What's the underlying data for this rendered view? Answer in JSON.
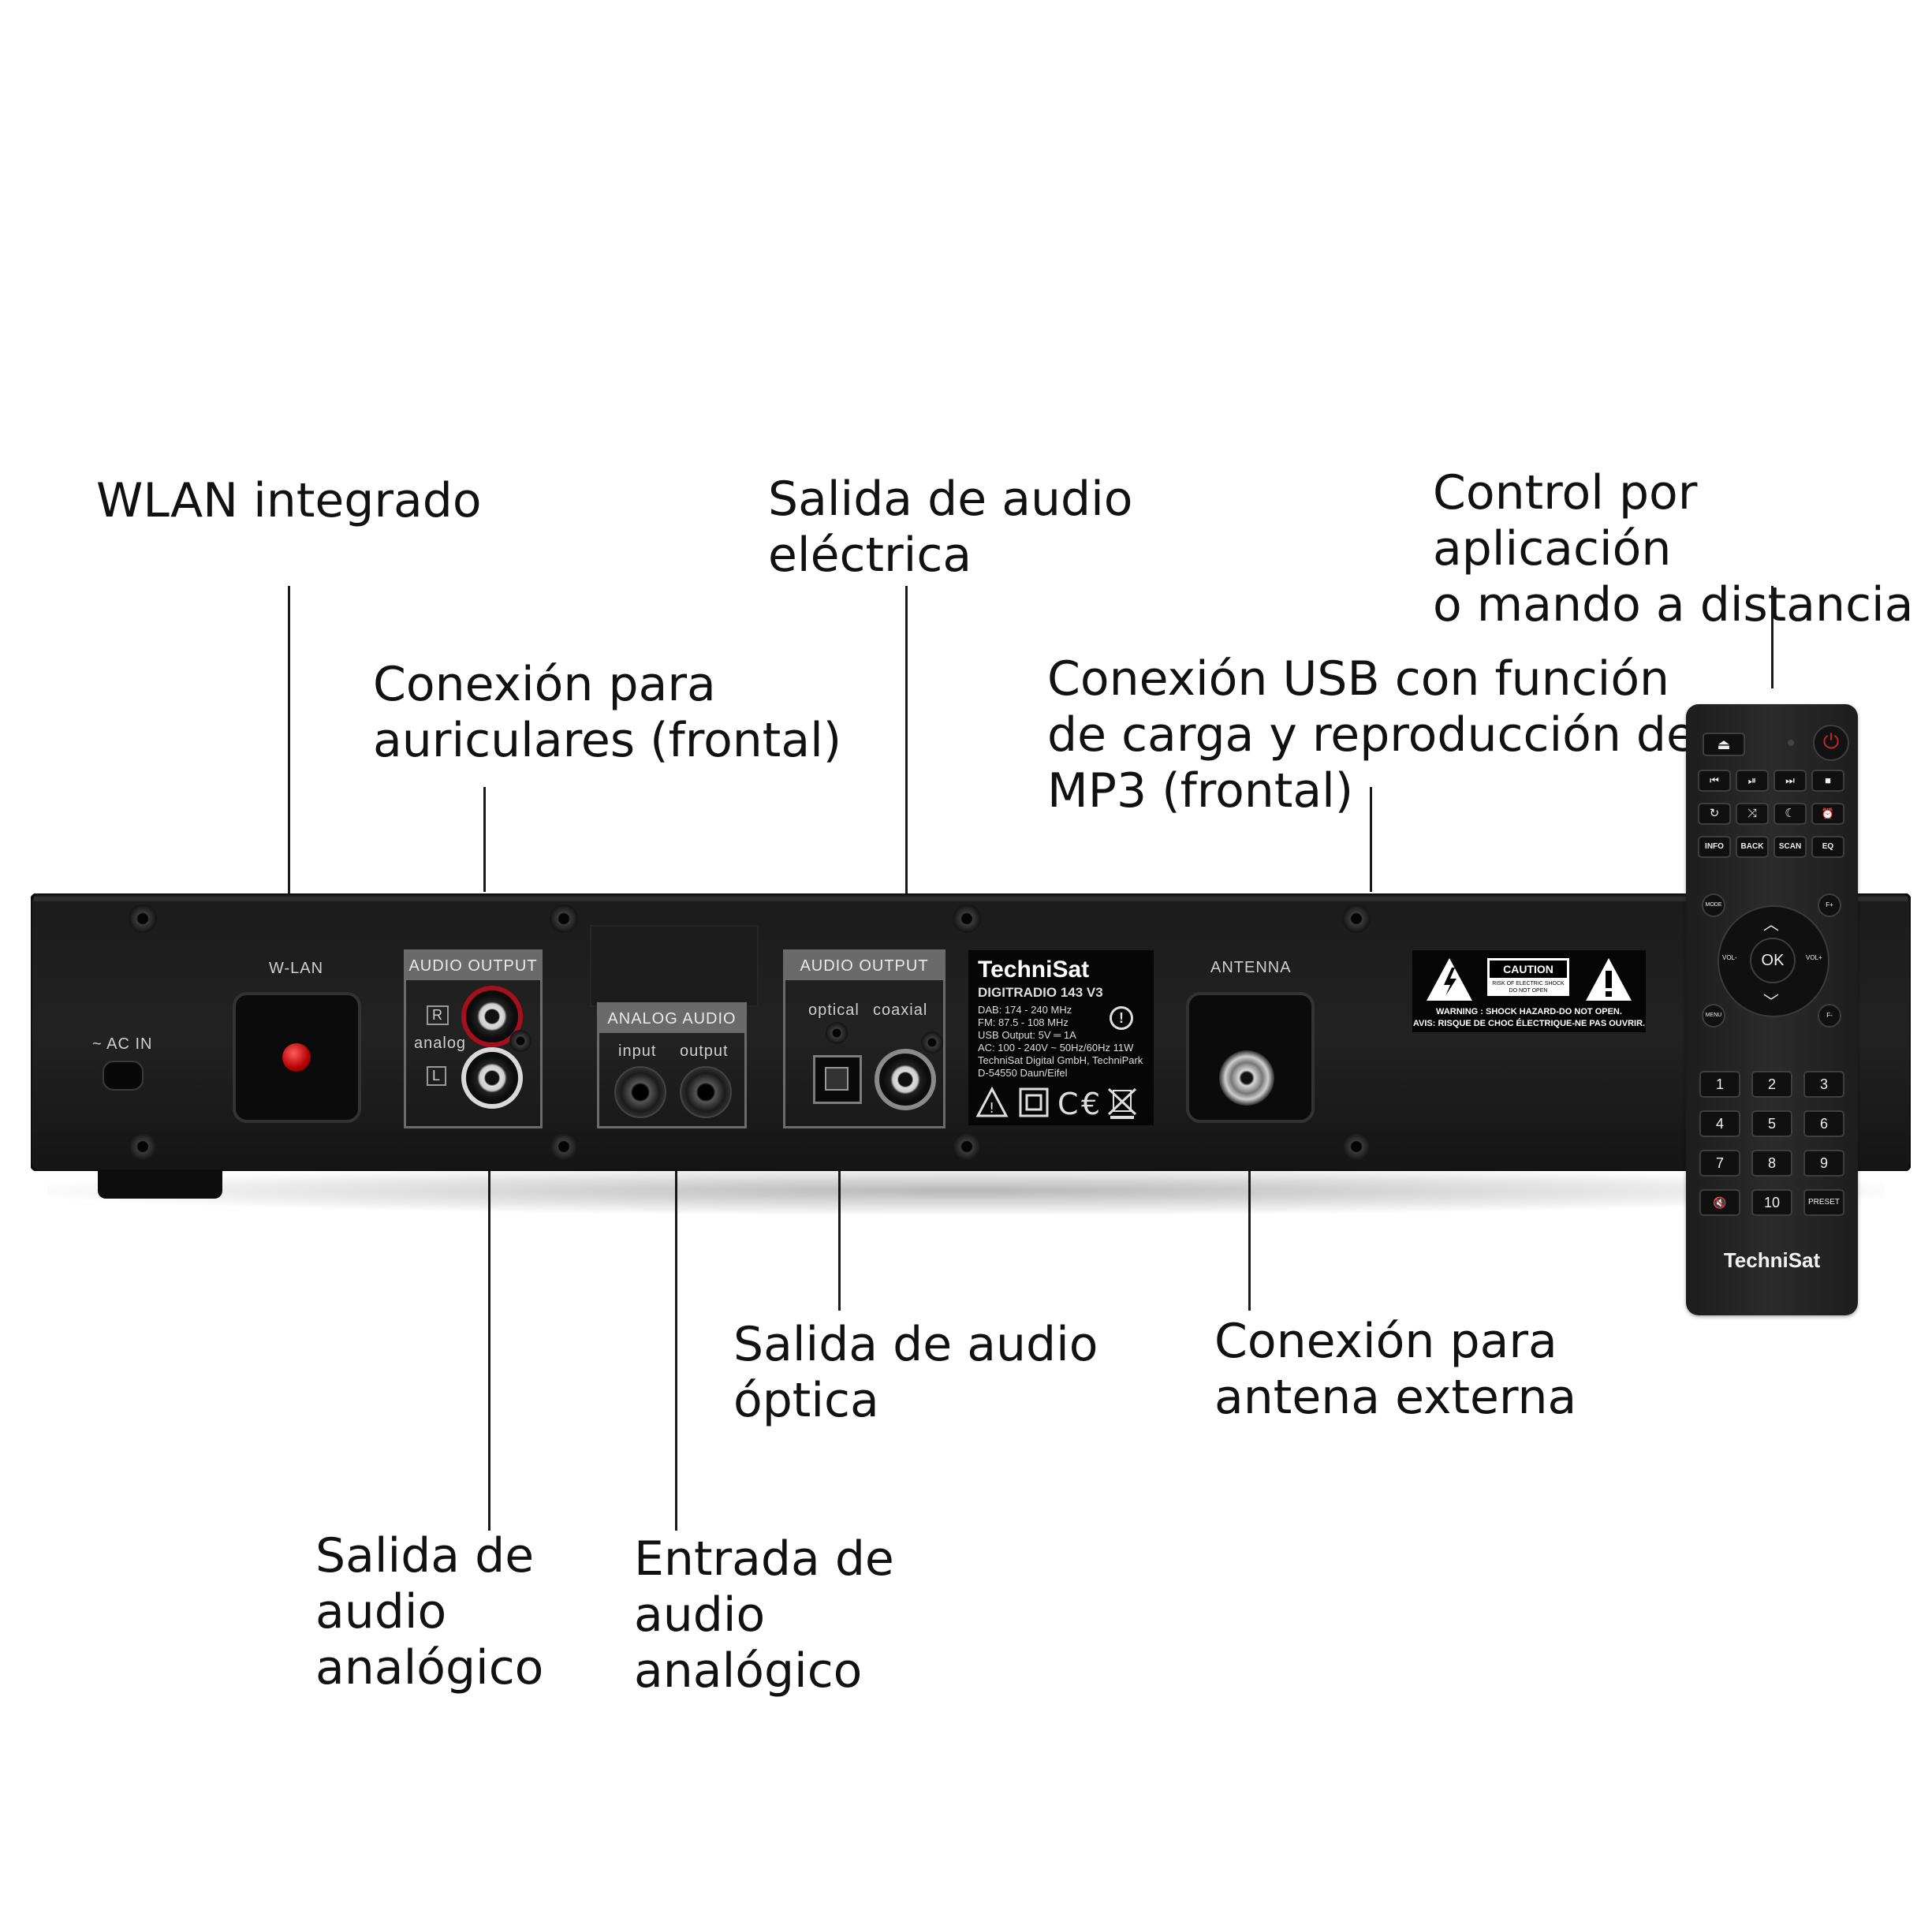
{
  "callouts": {
    "wlan": "WLAN integrado",
    "headphones": "Conexión para\nauriculares (frontal)",
    "electrical_out": "Salida de audio\neléctrica",
    "usb": "Conexión USB con función\nde carga y reproducción de\nMP3 (frontal)",
    "control": "Control por aplicación\no mando a distancia",
    "analog_out": "Salida de\naudio\nanalógico",
    "analog_in": "Entrada de\naudio\nanalógico",
    "optical_out": "Salida de audio\nóptica",
    "antenna": "Conexión para\nantena externa"
  },
  "device": {
    "ac_in": "~ AC IN",
    "wlan_label": "W-LAN",
    "audio_output_1": "AUDIO OUTPUT",
    "rca_r": "R",
    "rca_l": "L",
    "analog": "analog",
    "analog_audio": "ANALOG AUDIO",
    "input": "input",
    "output": "output",
    "audio_output_2": "AUDIO OUTPUT",
    "optical": "optical",
    "coaxial": "coaxial",
    "antenna_label": "ANTENNA",
    "rating_brand": "TechniSat",
    "rating_model": "DIGITRADIO 143 V3",
    "rating_lines": [
      "DAB: 174 - 240 MHz",
      "FM: 87.5 - 108 MHz",
      "USB Output: 5V ═ 1A",
      "AC: 100 - 240V ~ 50Hz/60Hz 11W",
      "TechniSat Digital GmbH, TechniPark",
      "D-54550 Daun/Eifel"
    ],
    "caution_title": "CAUTION",
    "caution_sub1": "RISK OF ELECTRIC SHOCK",
    "caution_sub2": "DO NOT OPEN",
    "warning_en": "WARNING : SHOCK HAZARD-DO NOT OPEN.",
    "warning_fr": "AVIS: RISQUE DE CHOC ÉLECTRIQUE-NE PAS OUVRIR."
  },
  "remote": {
    "brand": "TechniSat",
    "row_a": [
      "⏮",
      "⏯",
      "⏭",
      "■"
    ],
    "row_b": [
      "↻",
      "⤨",
      "☾",
      "⏰"
    ],
    "row_c": [
      "INFO",
      "BACK",
      "SCAN",
      "EQ"
    ],
    "mode": "MODE",
    "menu": "MENU",
    "f_plus": "F+",
    "f_minus": "F-",
    "vol_minus": "VOL-",
    "vol_plus": "VOL+",
    "ok": "OK",
    "numbers": [
      "1",
      "2",
      "3",
      "4",
      "5",
      "6",
      "7",
      "8",
      "9"
    ],
    "mute": "🔇",
    "ten": "10",
    "preset": "PRESET"
  }
}
